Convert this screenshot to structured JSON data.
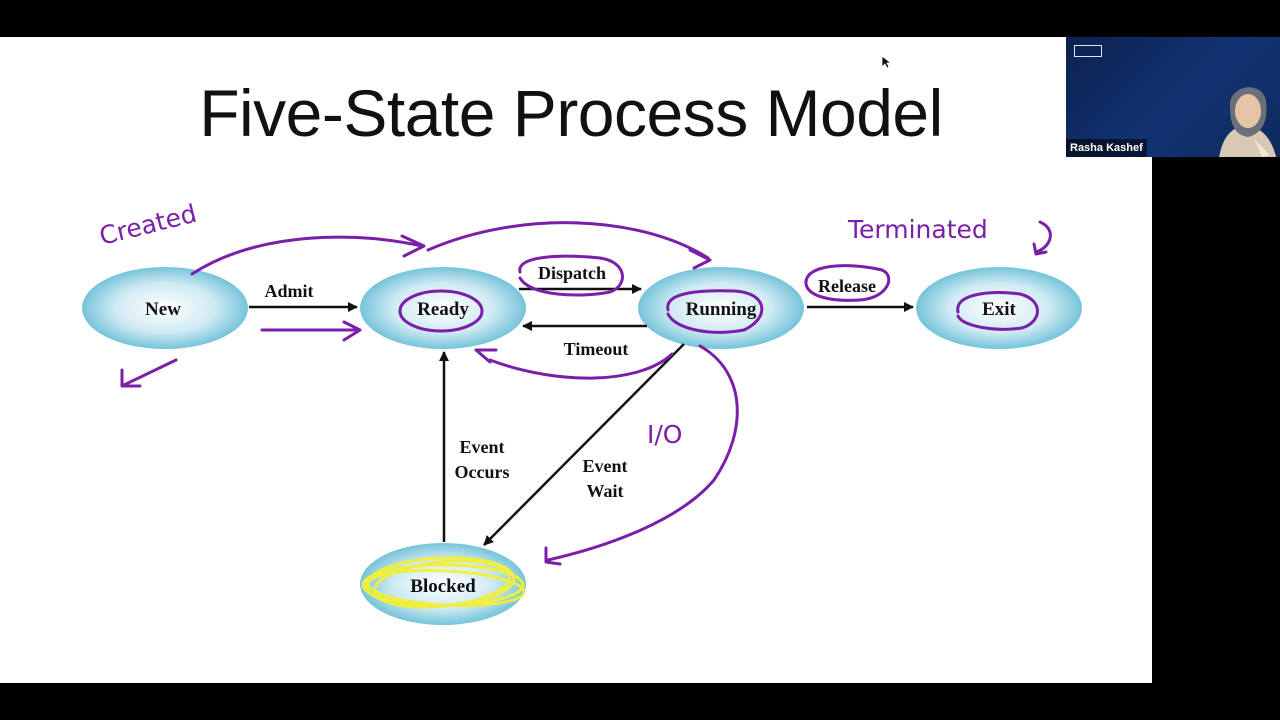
{
  "slide": {
    "title": "Five-State Process Model"
  },
  "states": {
    "new": "New",
    "ready": "Ready",
    "running": "Running",
    "exit": "Exit",
    "blocked": "Blocked"
  },
  "transitions": {
    "admit": "Admit",
    "dispatch": "Dispatch",
    "timeout": "Timeout",
    "release": "Release",
    "event_occurs_line1": "Event",
    "event_occurs_line2": "Occurs",
    "event_wait_line1": "Event",
    "event_wait_line2": "Wait"
  },
  "annotations": {
    "created": "Created",
    "terminated": "Terminated",
    "io": "I/O"
  },
  "webcam": {
    "presenter_name": "Rasha Kashef"
  },
  "colors": {
    "ink": "#7a1fa8",
    "highlight": "#f2ef3a",
    "state_fill": "#6cc2d8"
  }
}
